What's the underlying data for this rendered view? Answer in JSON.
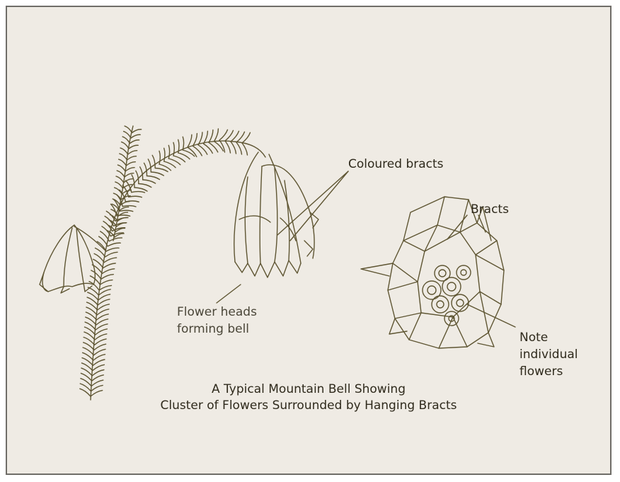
{
  "labels": {
    "coloured_bracts": "Coloured bracts",
    "bracts": "Bracts",
    "flower_heads_line1": "Flower heads",
    "flower_heads_line2": "forming bell",
    "note_line1": "Note",
    "note_line2": "individual",
    "note_line3": "flowers"
  },
  "caption": {
    "line1": "A Typical Mountain Bell Showing",
    "line2": "Cluster of Flowers Surrounded by Hanging Bracts"
  },
  "colors": {
    "background": "#efebe4",
    "ink": "#5e5532",
    "border": "#6f6d68"
  }
}
